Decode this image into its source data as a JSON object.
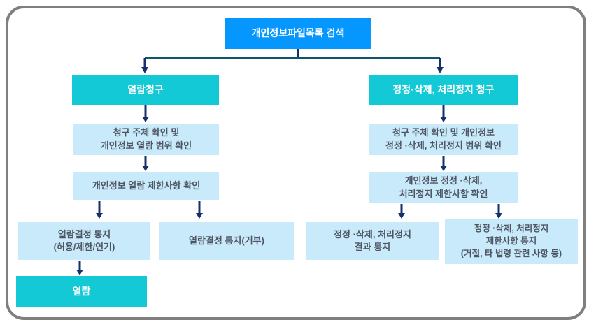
{
  "colors": {
    "top_blue": "#0597fe",
    "cyan": "#14c9d6",
    "light_blue": "#c9eafa",
    "teal_line": "#10556e",
    "navy_line": "#14316b",
    "light_text": "#4e5663",
    "border_gray": "#7f7f7f"
  },
  "nodes": {
    "root": "개인정보파일목록 검색",
    "left_header": "열람청구",
    "right_header": "정정·삭제, 처리정지 청구",
    "left_step1": [
      "청구 주체 확인 및",
      "개인정보 열람 범위 확인"
    ],
    "right_step1": [
      "청구 주체 확인 및 개인정보",
      "정정 ·삭제, 처리정지 범위 확인"
    ],
    "left_step2": [
      "개인정보 열람 제한사항 확인"
    ],
    "right_step2": [
      "개인정보 정정 ·삭제,",
      "처리정지 제한사항 확인"
    ],
    "left_result_allow": [
      "열람결정 통지",
      "(허용/제한/연기)"
    ],
    "left_result_deny": [
      "열람결정 통지(거부)"
    ],
    "right_result_outcome": [
      "정정 ·삭제, 처리정지",
      "결과 통지"
    ],
    "right_result_restrict": [
      "정정 ·삭제, 처리정지",
      "제한사항 통지",
      "(거절, 타 법령 관련 사항 등)"
    ],
    "left_final": "열람"
  }
}
